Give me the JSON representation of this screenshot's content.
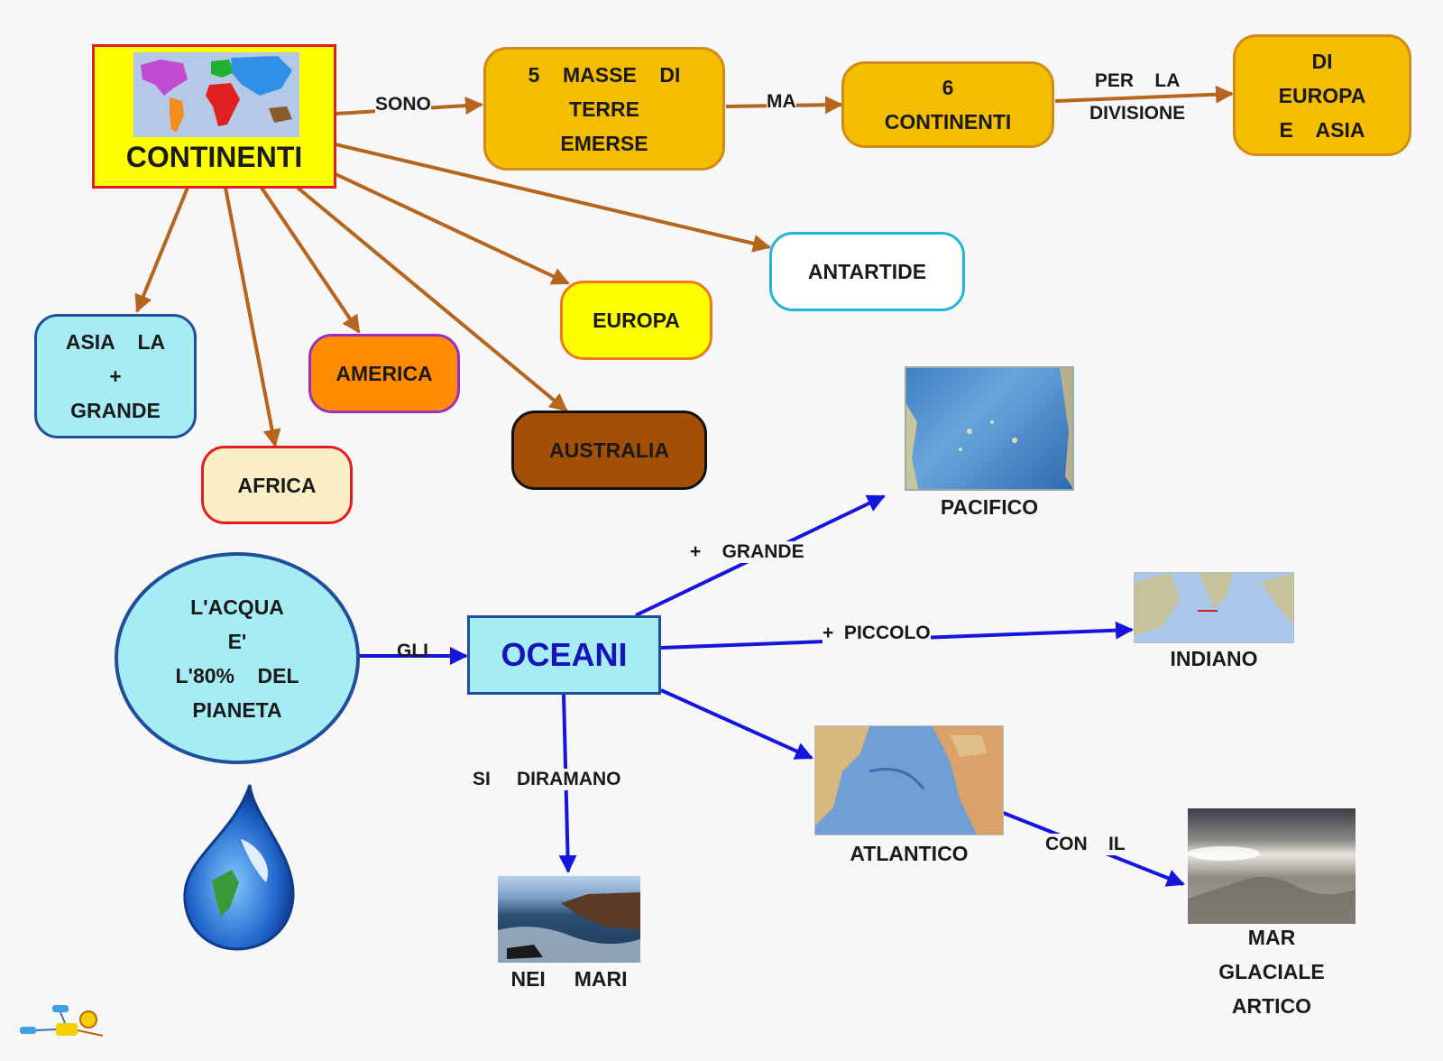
{
  "continenti": {
    "title": "CONTINENTI",
    "masse": [
      "5    MASSE    DI",
      "TERRE",
      "EMERSE"
    ],
    "sei": [
      "6",
      "CONTINENTI"
    ],
    "di_europa": [
      "DI",
      "EUROPA",
      "E    ASIA"
    ],
    "label_sono": "SONO",
    "label_ma": "MA",
    "label_per": [
      "PER    LA",
      "DIVISIONE"
    ],
    "asia": [
      "ASIA    LA",
      "+",
      "GRANDE"
    ],
    "africa": "AFRICA",
    "america": "AMERICA",
    "australia": "AUSTRALIA",
    "europa": "EUROPA",
    "antartide": "ANTARTIDE"
  },
  "oceani": {
    "title": "OCEANI",
    "acqua": [
      "L'ACQUA",
      "E'",
      "L'80%    DEL",
      "PIANETA"
    ],
    "label_gli": "GLI",
    "label_grande": "+    GRANDE",
    "label_piccolo": "+  PICCOLO",
    "label_diramano": "SI     DIRAMANO",
    "label_con": "CON    IL",
    "pacifico": "PACIFICO",
    "indiano": "INDIANO",
    "atlantico": "ATLANTICO",
    "mari": "NEI     MARI",
    "artico": [
      "MAR",
      "GLACIALE",
      "ARTICO"
    ]
  },
  "colors": {
    "brown_arrow": "#b5651d",
    "blue_arrow": "#1515dd",
    "orange_node": "#f5bd00",
    "yellow": "#ffff00",
    "cyan": "#a6ecf5"
  }
}
